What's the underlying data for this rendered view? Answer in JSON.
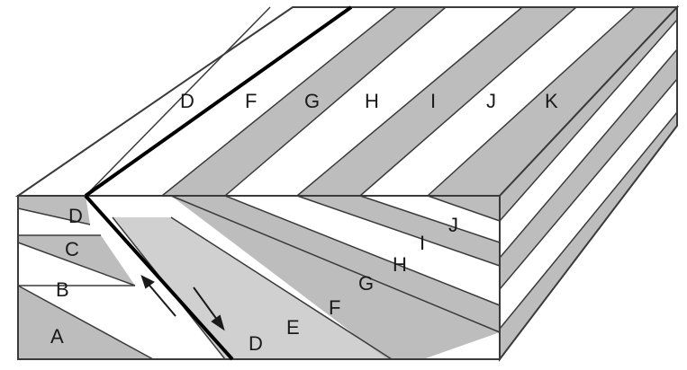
{
  "top_labels": [
    "D",
    "F",
    "G",
    "H",
    "I",
    "J",
    "K"
  ],
  "front_labels": [
    "D",
    "C",
    "B",
    "A",
    "E",
    "D",
    "F",
    "G",
    "H",
    "I",
    "J"
  ],
  "colors": {
    "shaded_bed": "#bdbdbd",
    "fault_zone": "#d0d0d0",
    "light_bed": "#ffffff",
    "line": "#3a3a3a",
    "fault_line": "#000000"
  },
  "icons": {
    "fault_motion": "opposing-arrows-icon"
  }
}
